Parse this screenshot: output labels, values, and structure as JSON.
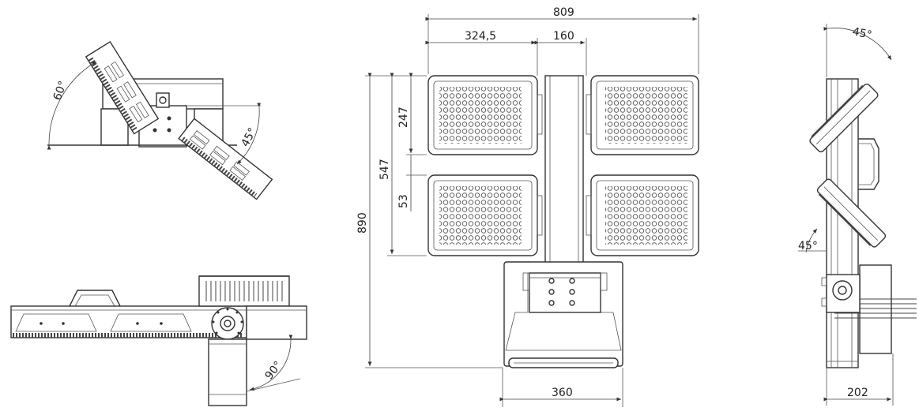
{
  "drawing": {
    "front_view": {
      "overall_width": "809",
      "module_width": "324,5",
      "pole_width": "160",
      "module_height": "247",
      "module_gap": "53",
      "two_module_height": "547",
      "overall_height": "890",
      "base_width": "360"
    },
    "side_view": {
      "top_tilt": "45°",
      "bottom_tilt": "45°",
      "depth": "202"
    },
    "top_left_view": {
      "left_angle": "60°",
      "right_angle": "45°"
    },
    "bottom_left_view": {
      "rotation": "90°"
    }
  }
}
